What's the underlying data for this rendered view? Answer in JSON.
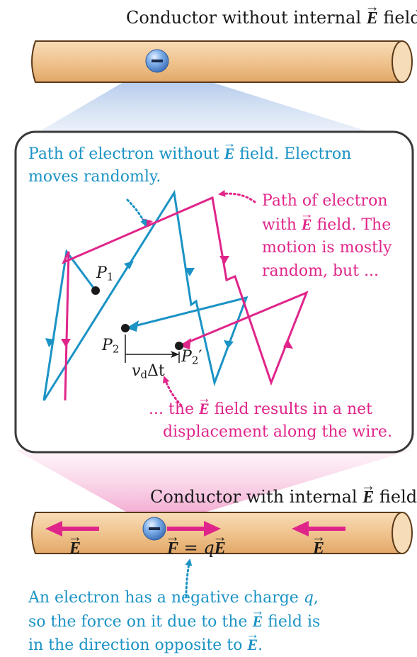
{
  "top_conductor": {
    "caption_before": "Conductor without internal",
    "field_symbol": "E",
    "caption_after": "field"
  },
  "panel": {
    "blue_caption_before": "Path of electron without",
    "blue_caption_field": "E",
    "blue_caption_after": "field. Electron",
    "blue_caption_line2": "moves randomly.",
    "pink_caption_line1": "Path of electron",
    "pink_caption_line2_before": "with",
    "pink_caption_line2_field": "E",
    "pink_caption_line2_after": "field. The",
    "pink_caption_line3": "motion is mostly",
    "pink_caption_line4": "random, but ...",
    "point_p1": "P",
    "point_p1_sub": "1",
    "point_p2": "P",
    "point_p2_sub": "2",
    "point_p2_prime": "P",
    "point_p2_prime_sub": "2",
    "prime_mark": "′",
    "drift_v": "v",
    "drift_sub": "d",
    "drift_dt": "Δt",
    "bottom_note_before": "... the",
    "bottom_note_field": "E",
    "bottom_note_after": "field results in a net",
    "bottom_note_line2": "displacement along the wire."
  },
  "bottom_conductor": {
    "caption_before": "Conductor with internal",
    "field_symbol": "E",
    "caption_after": "field",
    "left_arrow_label": "E",
    "right_arrow_label": "E",
    "force_F": "F",
    "force_eq": "= q",
    "force_E": "E"
  },
  "electron_note": {
    "line1_before": "An electron has a negative charge",
    "line1_q": "q",
    "line1_end": ",",
    "line2_before": "so the force on it due to the",
    "line2_field": "E",
    "line2_after": "field is",
    "line3_before": "in the direction opposite to",
    "line3_field": "E",
    "line3_end": "."
  },
  "electron_sign": "−",
  "colors": {
    "blue_path": "#1b93c5",
    "pink_path": "#e0258a",
    "conductor_fill": "#f2c99a",
    "conductor_stroke": "#5a3a1a",
    "electron": "#5f97d8",
    "panel_stroke": "#3a3a3a"
  },
  "icons": {
    "electron": "electron-sphere-icon",
    "field_arrow": "field-arrow-icon"
  }
}
